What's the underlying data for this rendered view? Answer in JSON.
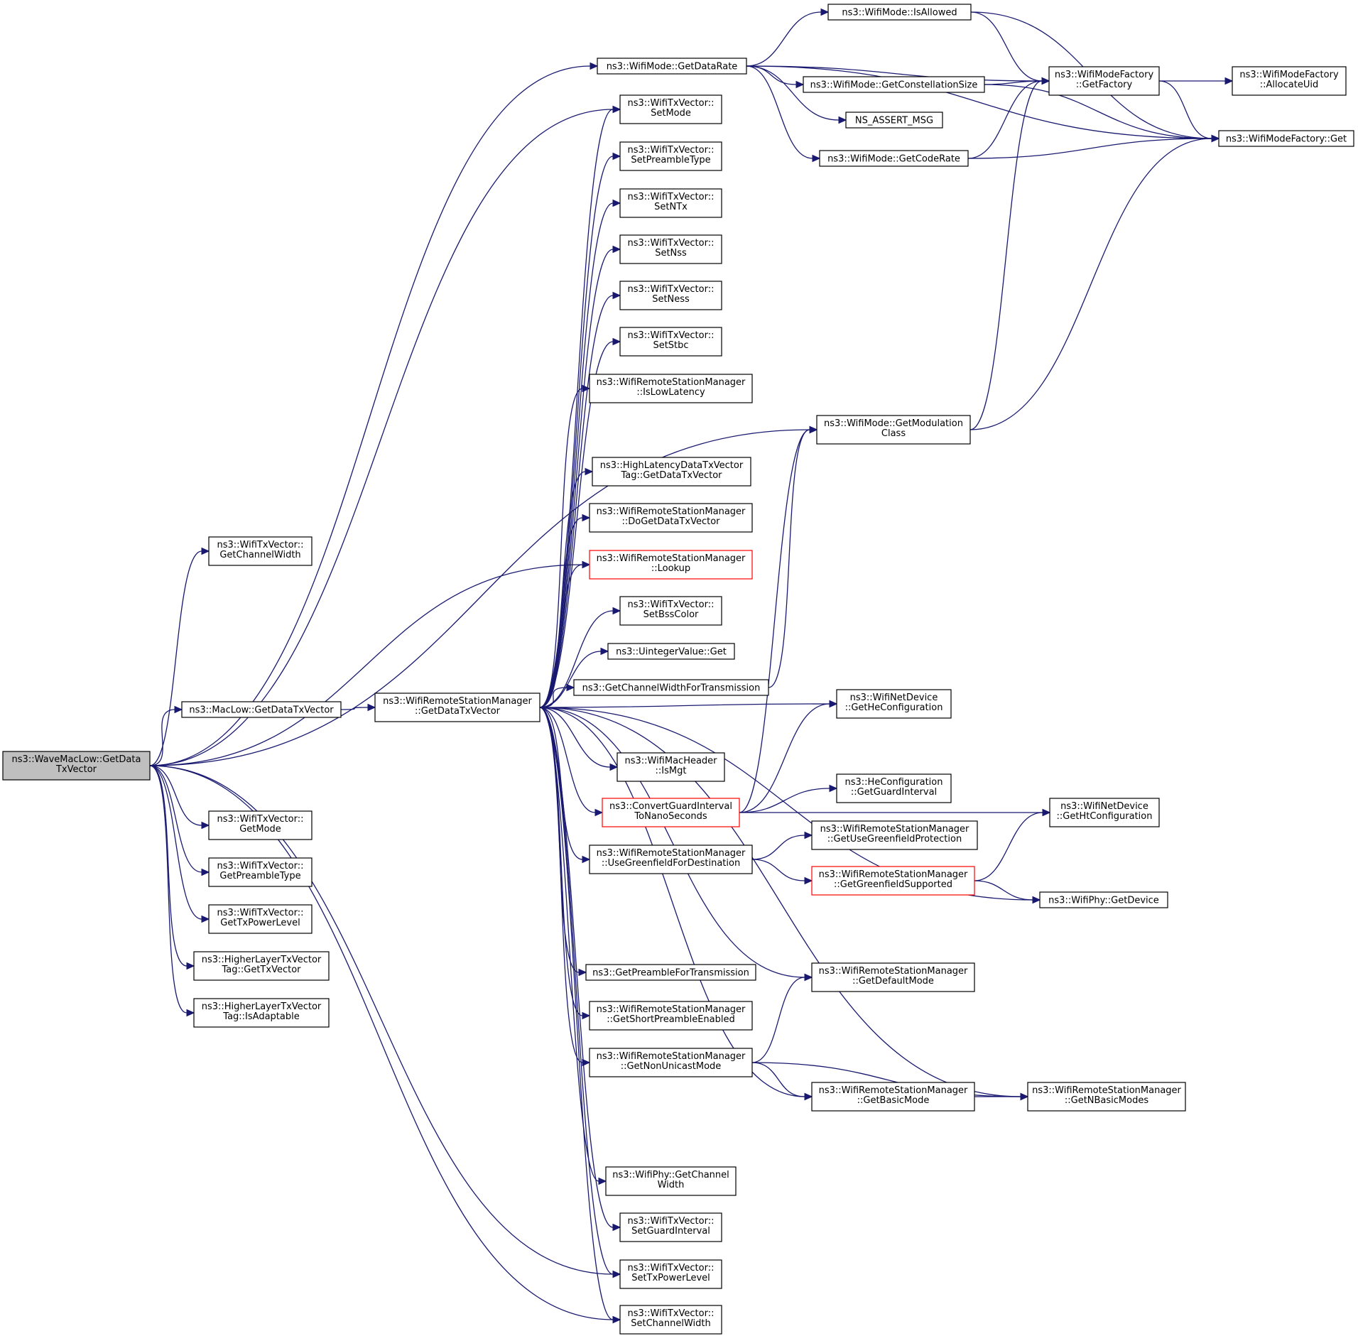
{
  "nodes": [
    {
      "id": "root",
      "lines": [
        "ns3::WaveMacLow::GetData",
        "TxVector"
      ],
      "root": true
    },
    {
      "id": "gcw",
      "lines": [
        "ns3::WifiTxVector::",
        "GetChannelWidth"
      ]
    },
    {
      "id": "maclow",
      "lines": [
        "ns3::MacLow::GetDataTxVector"
      ]
    },
    {
      "id": "rsm",
      "lines": [
        "ns3::WifiRemoteStationManager",
        "::GetDataTxVector"
      ]
    },
    {
      "id": "getmode",
      "lines": [
        "ns3::WifiTxVector::",
        "GetMode"
      ]
    },
    {
      "id": "getpre",
      "lines": [
        "ns3::WifiTxVector::",
        "GetPreambleType"
      ]
    },
    {
      "id": "gettxp",
      "lines": [
        "ns3::WifiTxVector::",
        "GetTxPowerLevel"
      ]
    },
    {
      "id": "hlgtx",
      "lines": [
        "ns3::HigherLayerTxVector",
        "Tag::GetTxVector"
      ]
    },
    {
      "id": "hlia",
      "lines": [
        "ns3::HigherLayerTxVector",
        "Tag::IsAdaptable"
      ]
    },
    {
      "id": "gdr",
      "lines": [
        "ns3::WifiMode::GetDataRate"
      ]
    },
    {
      "id": "isallowed",
      "lines": [
        "ns3::WifiMode::IsAllowed"
      ]
    },
    {
      "id": "gcs",
      "lines": [
        "ns3::WifiMode::GetConstellationSize"
      ]
    },
    {
      "id": "assert",
      "lines": [
        "NS_ASSERT_MSG"
      ]
    },
    {
      "id": "gcr",
      "lines": [
        "ns3::WifiMode::GetCodeRate"
      ]
    },
    {
      "id": "wmfgf",
      "lines": [
        "ns3::WifiModeFactory",
        "::GetFactory"
      ]
    },
    {
      "id": "wmfau",
      "lines": [
        "ns3::WifiModeFactory",
        "::AllocateUid"
      ]
    },
    {
      "id": "wmfget",
      "lines": [
        "ns3::WifiModeFactory::Get"
      ]
    },
    {
      "id": "setmode",
      "lines": [
        "ns3::WifiTxVector::",
        "SetMode"
      ]
    },
    {
      "id": "setpre",
      "lines": [
        "ns3::WifiTxVector::",
        "SetPreambleType"
      ]
    },
    {
      "id": "setntx",
      "lines": [
        "ns3::WifiTxVector::",
        "SetNTx"
      ]
    },
    {
      "id": "setnss",
      "lines": [
        "ns3::WifiTxVector::",
        "SetNss"
      ]
    },
    {
      "id": "setness",
      "lines": [
        "ns3::WifiTxVector::",
        "SetNess"
      ]
    },
    {
      "id": "setstbc",
      "lines": [
        "ns3::WifiTxVector::",
        "SetStbc"
      ]
    },
    {
      "id": "islow",
      "lines": [
        "ns3::WifiRemoteStationManager",
        "::IsLowLatency"
      ]
    },
    {
      "id": "hldtx",
      "lines": [
        "ns3::HighLatencyDataTxVector",
        "Tag::GetDataTxVector"
      ]
    },
    {
      "id": "dogdtx",
      "lines": [
        "ns3::WifiRemoteStationManager",
        "::DoGetDataTxVector"
      ]
    },
    {
      "id": "lookup",
      "lines": [
        "ns3::WifiRemoteStationManager",
        "::Lookup"
      ],
      "red": true
    },
    {
      "id": "setbss",
      "lines": [
        "ns3::WifiTxVector::",
        "SetBssColor"
      ]
    },
    {
      "id": "uintget",
      "lines": [
        "ns3::UintegerValue::Get"
      ]
    },
    {
      "id": "gcwft",
      "lines": [
        "ns3::GetChannelWidthForTransmission"
      ]
    },
    {
      "id": "gmc",
      "lines": [
        "ns3::WifiMode::GetModulation",
        "Class"
      ]
    },
    {
      "id": "gheconf",
      "lines": [
        "ns3::WifiNetDevice",
        "::GetHeConfiguration"
      ]
    },
    {
      "id": "ismgt",
      "lines": [
        "ns3::WifiMacHeader",
        "::IsMgt"
      ]
    },
    {
      "id": "cgi",
      "lines": [
        "ns3::ConvertGuardInterval",
        "ToNanoSeconds"
      ],
      "red": true
    },
    {
      "id": "hegi",
      "lines": [
        "ns3::HeConfiguration",
        "::GetGuardInterval"
      ]
    },
    {
      "id": "ghtconf",
      "lines": [
        "ns3::WifiNetDevice",
        "::GetHtConfiguration"
      ]
    },
    {
      "id": "ugfd",
      "lines": [
        "ns3::WifiRemoteStationManager",
        "::UseGreenfieldForDestination"
      ]
    },
    {
      "id": "gugp",
      "lines": [
        "ns3::WifiRemoteStationManager",
        "::GetUseGreenfieldProtection"
      ]
    },
    {
      "id": "ggs",
      "lines": [
        "ns3::WifiRemoteStationManager",
        "::GetGreenfieldSupported"
      ],
      "red": true
    },
    {
      "id": "phydev",
      "lines": [
        "ns3::WifiPhy::GetDevice"
      ]
    },
    {
      "id": "gpft",
      "lines": [
        "ns3::GetPreambleForTransmission"
      ]
    },
    {
      "id": "gdm",
      "lines": [
        "ns3::WifiRemoteStationManager",
        "::GetDefaultMode"
      ]
    },
    {
      "id": "gspe",
      "lines": [
        "ns3::WifiRemoteStationManager",
        "::GetShortPreambleEnabled"
      ]
    },
    {
      "id": "gnum",
      "lines": [
        "ns3::WifiRemoteStationManager",
        "::GetNonUnicastMode"
      ]
    },
    {
      "id": "gbm",
      "lines": [
        "ns3::WifiRemoteStationManager",
        "::GetBasicMode"
      ]
    },
    {
      "id": "gnbm",
      "lines": [
        "ns3::WifiRemoteStationManager",
        "::GetNBasicModes"
      ]
    },
    {
      "id": "phygcw",
      "lines": [
        "ns3::WifiPhy::GetChannel",
        "Width"
      ]
    },
    {
      "id": "setgi",
      "lines": [
        "ns3::WifiTxVector::",
        "SetGuardInterval"
      ]
    },
    {
      "id": "settxp",
      "lines": [
        "ns3::WifiTxVector::",
        "SetTxPowerLevel"
      ]
    },
    {
      "id": "setcw",
      "lines": [
        "ns3::WifiTxVector::",
        "SetChannelWidth"
      ]
    }
  ],
  "edges": [
    [
      "root",
      "gcw"
    ],
    [
      "root",
      "maclow"
    ],
    [
      "root",
      "gdr"
    ],
    [
      "root",
      "gmc"
    ],
    [
      "root",
      "lookup"
    ],
    [
      "root",
      "getmode"
    ],
    [
      "root",
      "getpre"
    ],
    [
      "root",
      "gettxp"
    ],
    [
      "root",
      "hlgtx"
    ],
    [
      "root",
      "hlia"
    ],
    [
      "root",
      "setcw"
    ],
    [
      "root",
      "setmode"
    ],
    [
      "root",
      "settxp"
    ],
    [
      "maclow",
      "rsm"
    ],
    [
      "rsm",
      "setmode"
    ],
    [
      "rsm",
      "setpre"
    ],
    [
      "rsm",
      "setntx"
    ],
    [
      "rsm",
      "setnss"
    ],
    [
      "rsm",
      "setness"
    ],
    [
      "rsm",
      "setstbc"
    ],
    [
      "rsm",
      "islow"
    ],
    [
      "rsm",
      "hldtx"
    ],
    [
      "rsm",
      "dogdtx"
    ],
    [
      "rsm",
      "lookup"
    ],
    [
      "rsm",
      "setbss"
    ],
    [
      "rsm",
      "uintget"
    ],
    [
      "rsm",
      "gcwft"
    ],
    [
      "rsm",
      "gheconf"
    ],
    [
      "rsm",
      "ismgt"
    ],
    [
      "rsm",
      "cgi"
    ],
    [
      "rsm",
      "ugfd"
    ],
    [
      "rsm",
      "phydev"
    ],
    [
      "rsm",
      "gpft"
    ],
    [
      "rsm",
      "gdm"
    ],
    [
      "rsm",
      "gspe"
    ],
    [
      "rsm",
      "gnum"
    ],
    [
      "rsm",
      "gbm"
    ],
    [
      "rsm",
      "gnbm"
    ],
    [
      "rsm",
      "phygcw"
    ],
    [
      "rsm",
      "setgi"
    ],
    [
      "rsm",
      "settxp"
    ],
    [
      "rsm",
      "setcw"
    ],
    [
      "gdr",
      "isallowed"
    ],
    [
      "gdr",
      "wmfgf"
    ],
    [
      "gdr",
      "gcs"
    ],
    [
      "gdr",
      "assert"
    ],
    [
      "gdr",
      "gcr"
    ],
    [
      "gdr",
      "wmfget"
    ],
    [
      "isallowed",
      "wmfgf"
    ],
    [
      "isallowed",
      "wmfget"
    ],
    [
      "gcs",
      "wmfgf"
    ],
    [
      "gcs",
      "wmfget"
    ],
    [
      "gcr",
      "wmfgf"
    ],
    [
      "gcr",
      "wmfget"
    ],
    [
      "wmfgf",
      "wmfau"
    ],
    [
      "wmfgf",
      "wmfget"
    ],
    [
      "gmc",
      "wmfgf"
    ],
    [
      "gmc",
      "wmfget"
    ],
    [
      "gcwft",
      "gmc"
    ],
    [
      "cgi",
      "gmc"
    ],
    [
      "cgi",
      "gheconf"
    ],
    [
      "cgi",
      "hegi"
    ],
    [
      "cgi",
      "ghtconf"
    ],
    [
      "ugfd",
      "gugp"
    ],
    [
      "ugfd",
      "ggs"
    ],
    [
      "ggs",
      "ghtconf"
    ],
    [
      "ggs",
      "phydev"
    ],
    [
      "gnum",
      "gdm"
    ],
    [
      "gnum",
      "gbm"
    ],
    [
      "gnum",
      "gnbm"
    ],
    [
      "gbm",
      "gnbm"
    ]
  ]
}
